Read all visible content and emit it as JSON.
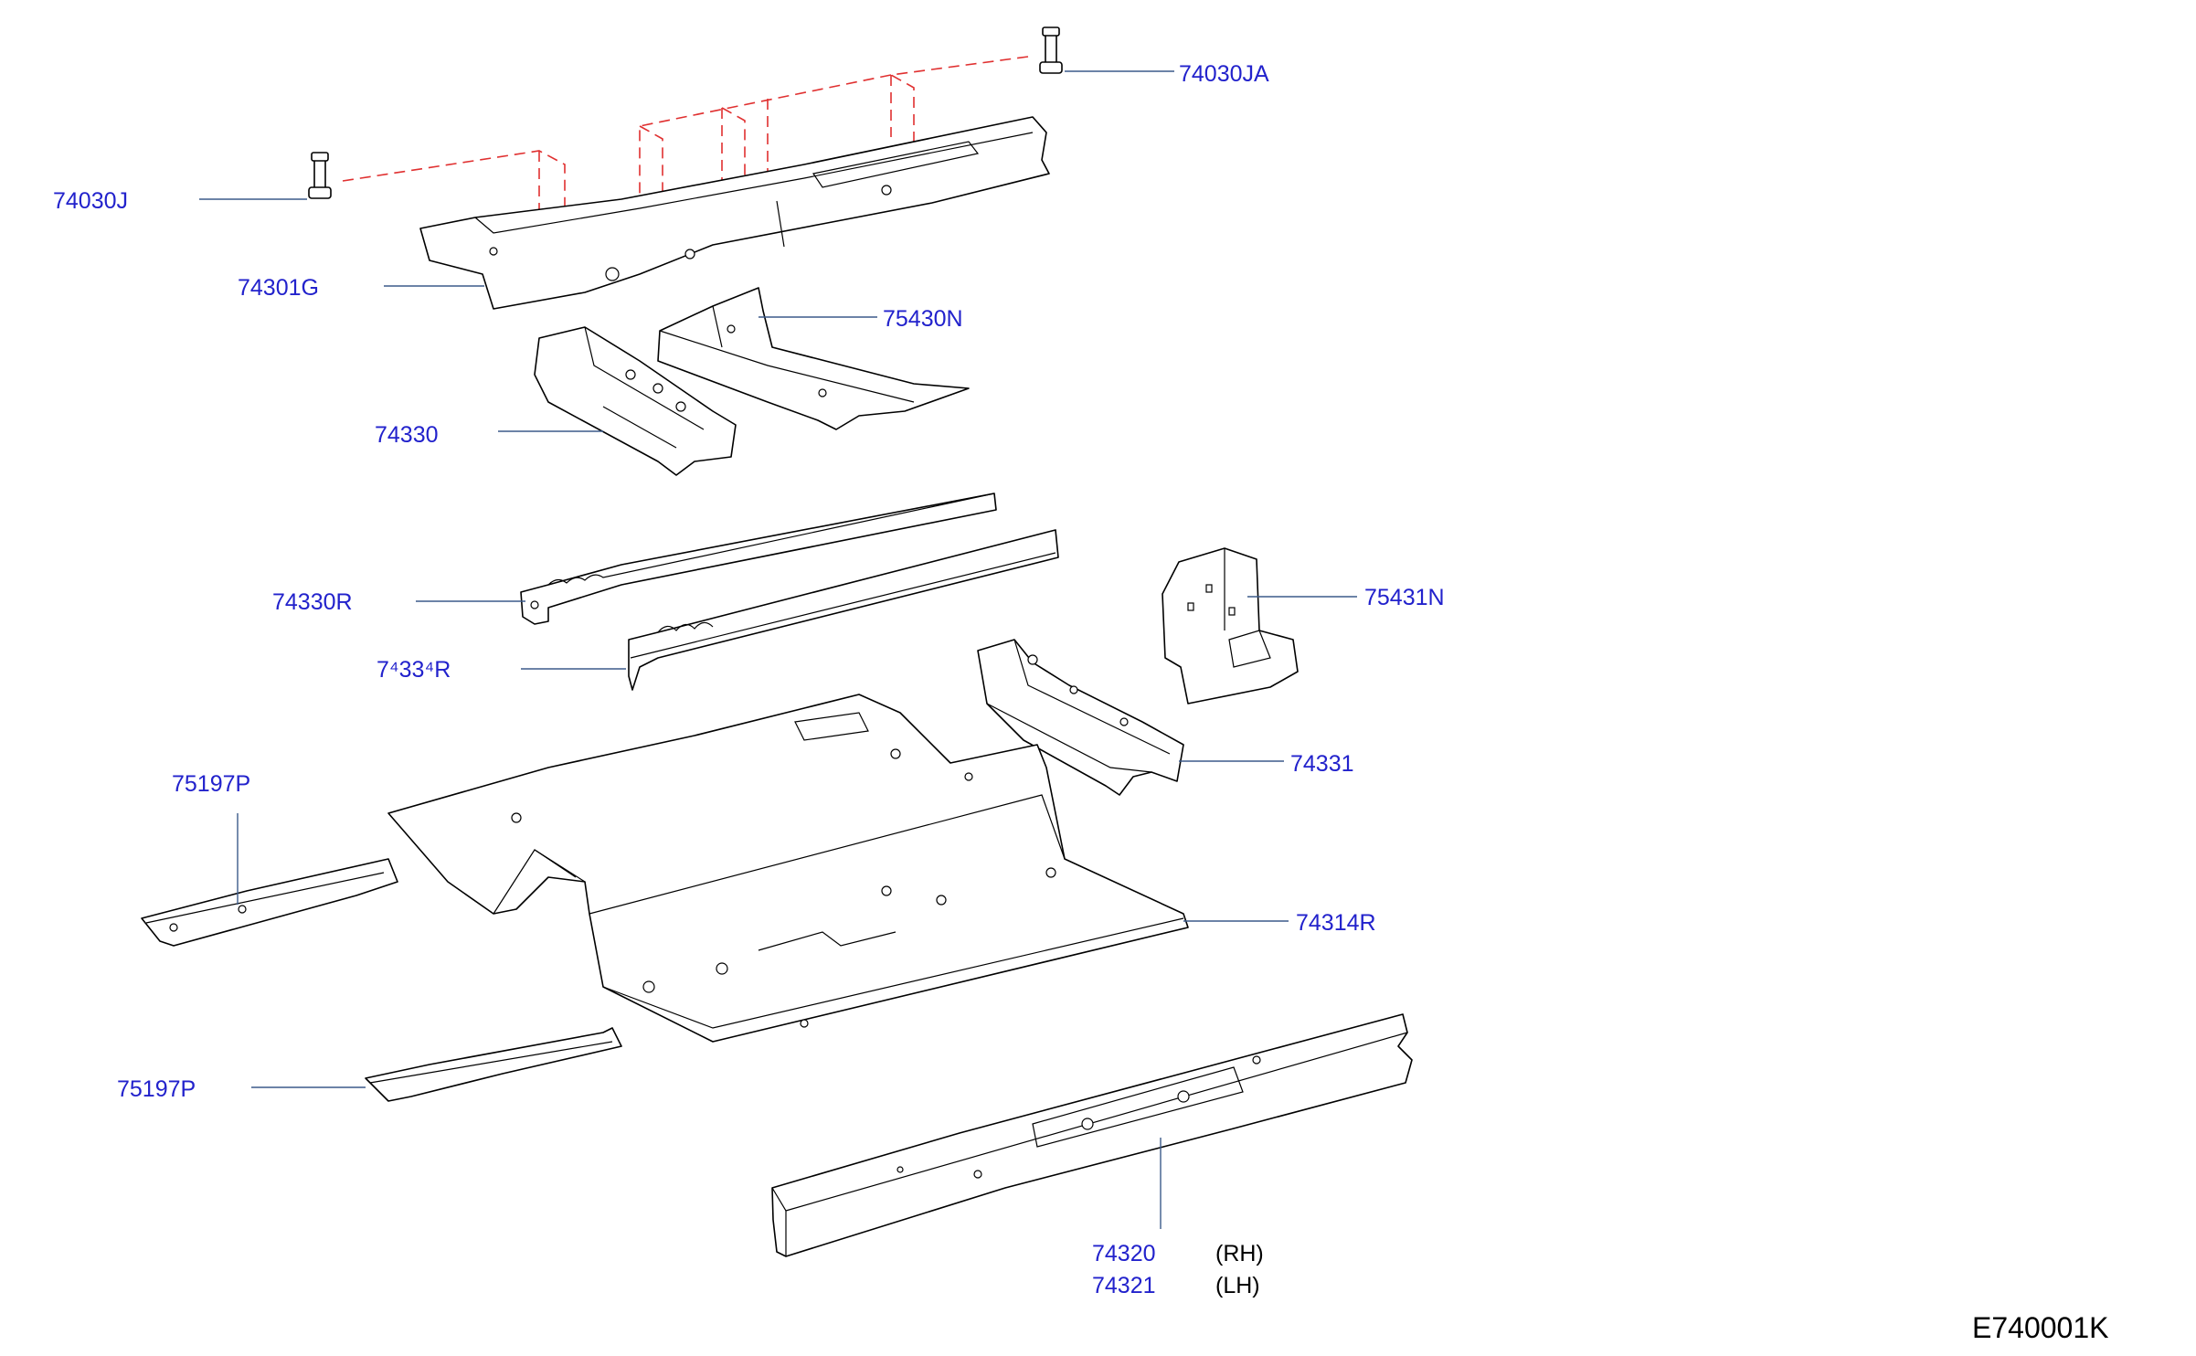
{
  "diagram": {
    "colors": {
      "callout": "#2222cc",
      "leader": "#3b5a8a",
      "fastener_path": "#e03030",
      "linework": "#000000"
    },
    "callouts": {
      "p74030JA": "74030JA",
      "p74030J": "74030J",
      "p74301G": "74301G",
      "p75430N": "75430N",
      "p74330": "74330",
      "p74330R": "74330R",
      "p74331R": "7⁴33⁴R",
      "p75431N": "75431N",
      "p74331": "74331",
      "p75197P_a": "75197P",
      "p74314R": "74314R",
      "p75197P_b": "75197P",
      "p74320": "74320",
      "p74320_side": "(RH)",
      "p74321": "74321",
      "p74321_side": "(LH)"
    },
    "figure_code": "E740001K"
  }
}
